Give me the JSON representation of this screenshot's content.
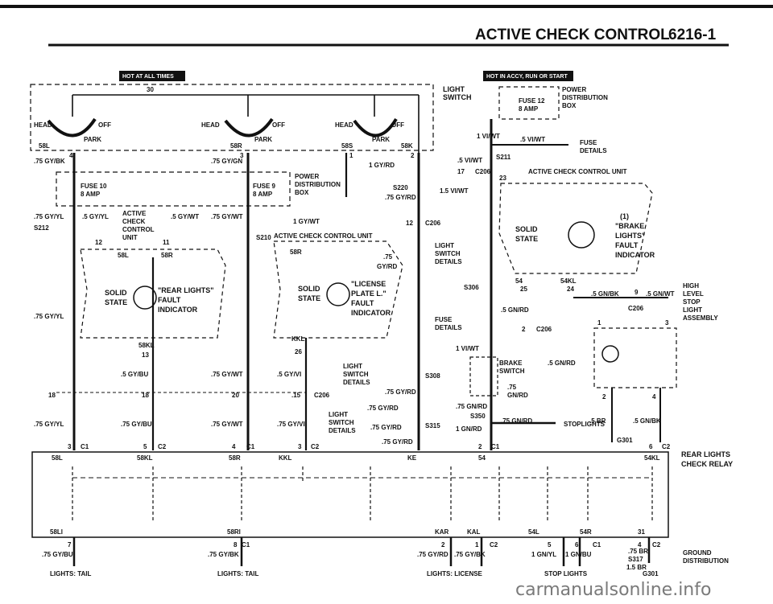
{
  "header": {
    "title": "ACTIVE CHECK CONTROL",
    "page_number": "6216-1"
  },
  "badges": {
    "left": "HOT AT ALL TIMES",
    "right": "HOT IN ACCY, RUN OR START"
  },
  "light_switch": {
    "label_line1": "LIGHT",
    "label_line2": "SWITCH",
    "terminal_30": "30",
    "head": "HEAD",
    "off": "OFF",
    "park": "PARK",
    "t58L": "58L",
    "t58R": "58R",
    "t58S": "58S",
    "t58K": "58K",
    "pins": [
      "4",
      "3",
      "1",
      "2"
    ]
  },
  "wires_left": {
    "w1": ".75 GY/BK",
    "w2": ".75 GY/GN",
    "w3": "1 GY/RD",
    "w4": ".75 GY/YL",
    "w5": ".5 GY/YL",
    "w6": ".5 GY/WT",
    "w7": ".75 GY/WT",
    "w8": "1 GY/WT",
    "w9": ".75 GY/RD",
    "w10": ".75 GY/YL",
    "w11": ".5 GY/BU",
    "w12": ".75 GY/WT",
    "w13": ".5 GY/VI",
    "w14": ".75 GY/RD",
    "w15": ".75 GY/YL",
    "w16": ".75 GY/BU",
    "w17": ".75 GY/WT",
    "w18": ".75 GY/VI",
    "w19": ".75 GY/RD",
    "w20": ".75 GY/RD",
    "w21": ".75 GY/RD",
    "w22": ".75",
    "w23": "GY/RD",
    "w24": ".15"
  },
  "fuses": {
    "f10": "FUSE 10",
    "f10_amp": "8 AMP",
    "f9": "FUSE 9",
    "f9_amp": "8 AMP",
    "f12": "FUSE 12",
    "f12_amp": "8 AMP",
    "pd1": "POWER",
    "pd2": "DISTRIBUTION",
    "pd3": "BOX",
    "fuse_details1": "FUSE",
    "fuse_details2": "DETAILS"
  },
  "splices": {
    "s212": "S212",
    "s210": "S210",
    "s220": "S220",
    "s211": "S211",
    "s306": "S306",
    "s308": "S308",
    "s315": "S315",
    "s350": "S350",
    "s317": "S317"
  },
  "connectors": {
    "c206": "C206",
    "c1": "C1",
    "c2": "C2",
    "n12": "12",
    "n17": "17",
    "n23": "23",
    "n25": "25",
    "n24": "24",
    "n9": "9",
    "n13": "13",
    "n26": "26",
    "n18": "18",
    "n20": "20",
    "n15": "15",
    "n11": "11",
    "n3": "3",
    "n5": "5",
    "n4": "4",
    "n2": "2",
    "n1": "1",
    "n6": "6",
    "n7": "7",
    "n8": "8"
  },
  "ccu_left": {
    "title_line1": "ACTIVE",
    "title_line2": "CHECK",
    "title_line3": "CONTROL",
    "title_line4": "UNIT",
    "t58L": "58L",
    "t58R": "58R",
    "t58KL": "58KL",
    "solid": "SOLID",
    "state": "STATE",
    "label1": "\"REAR LIGHTS\"",
    "label2": "FAULT",
    "label3": "INDICATOR"
  },
  "ccu_mid": {
    "title": "ACTIVE CHECK CONTROL UNIT",
    "t58R": "58R",
    "kkl": "KKL",
    "solid": "SOLID",
    "state": "STATE",
    "label1": "\"LICENSE",
    "label2": "PLATE L.\"",
    "label3": "FAULT",
    "label4": "INDICATOR"
  },
  "ccu_right": {
    "title": "ACTIVE CHECK CONTROL UNIT",
    "solid": "SOLID",
    "state": "STATE",
    "num": "(1)",
    "label1": "\"BRAKE",
    "label2": "LIGHTS\"",
    "label3": "FAULT",
    "label4": "INDICATOR",
    "t54": "54",
    "t54KL": "54KL"
  },
  "right_wires": {
    "w1": "1 VI/WT",
    "w2": ".5 VI/WT",
    "w3": ".5 VI/WT",
    "w4": "1.5 VI/WT",
    "w5": ".5 GN/RD",
    "w6": ".5 GN/BK",
    "w7": ".5 GN/WT",
    "w8": "1 VI/WT",
    "w9": ".5 GN/RD",
    "w10": ".75",
    "w11": "GN/RD",
    "w12": ".75 GN/RD",
    "w13": ".75 GN/RD",
    "w14": "1 GN/RD",
    "w15": ".5 BR",
    "w16": ".5 GN/BK"
  },
  "right_labels": {
    "light_switch_details1": "LIGHT",
    "light_switch_details2": "SWITCH",
    "light_switch_details3": "DETAILS",
    "fuse_details1": "FUSE",
    "fuse_details2": "DETAILS",
    "brake_switch1": "BRAKE",
    "brake_switch2": "SWITCH",
    "stoplights": "STOPLIGHTS",
    "hl1": "HIGH",
    "hl2": "LEVEL",
    "hl3": "STOP",
    "hl4": "LIGHT",
    "hl5": "ASSEMBLY",
    "g301": "G301",
    "rl1": "REAR LIGHTS",
    "rl2": "CHECK RELAY"
  },
  "relay": {
    "t58L": "58L",
    "t58KL": "58KL",
    "t58R": "58R",
    "kkl": "KKL",
    "ke": "KE",
    "t54": "54",
    "t54KL": "54KL",
    "b58Ll": "58Ll",
    "b58Rl": "58Rl",
    "kar": "KAR",
    "kal": "KAL",
    "b54L": "54L",
    "b54R": "54R",
    "b31": "31"
  },
  "bottom": {
    "w1": ".75 GY/BU",
    "w2": ".75 GY/BK",
    "w3": ".75 GY/RD",
    "w4": ".75 GY/BK",
    "w5": "1 GN/YL",
    "w6": "1 GN/BU",
    "w7": ".75 BR",
    "w8": "1.5 BR",
    "tail1": "LIGHTS: TAIL",
    "tail2": "LIGHTS: TAIL",
    "license": "LIGHTS: LICENSE",
    "stop": "STOP LIGHTS",
    "ground1": "GROUND",
    "ground2": "DISTRIBUTION",
    "g301": "G301"
  },
  "watermark": "carmanualsonline.info"
}
